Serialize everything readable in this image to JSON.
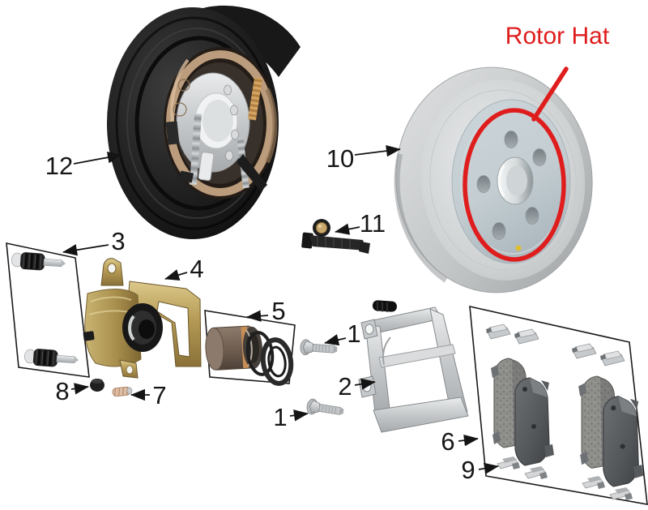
{
  "annotation": {
    "label": "Rotor Hat",
    "color": "#df1d1d"
  },
  "callouts": {
    "n1_top": "1",
    "n1_bottom": "1",
    "n2": "2",
    "n3": "3",
    "n4": "4",
    "n5": "5",
    "n6": "6",
    "n7": "7",
    "n8": "8",
    "n9": "9",
    "n10": "10",
    "n11": "11",
    "n12": "12"
  },
  "colors": {
    "background": "#ffffff",
    "callout_text": "#161616",
    "accent_red": "#df1d1d",
    "caliper_gold": "#b59a55",
    "rotor_hat_grey": "#c3cdd2",
    "steel_silver": "#c9cccd",
    "shield_black": "#1d1d1d",
    "friction_grey": "#8f8f8c",
    "piston_bronze": "#6f5d50"
  }
}
